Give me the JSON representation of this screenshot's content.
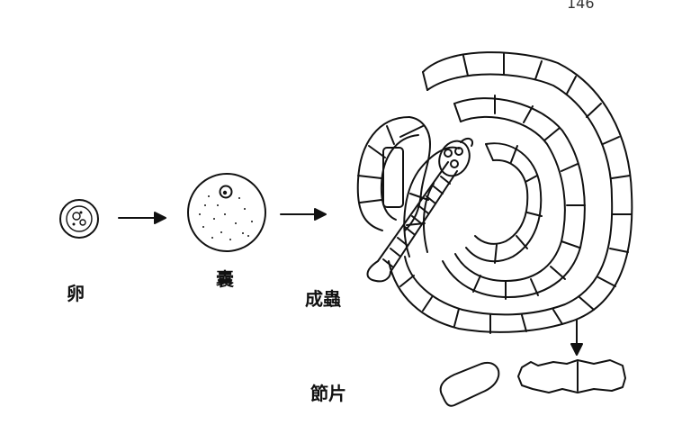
{
  "page_number": "146",
  "stages": {
    "egg": "卵",
    "cyst": "囊",
    "adult": "成蟲",
    "segment": "節片"
  },
  "colors": {
    "ink": "#111111",
    "paper": "#ffffff"
  }
}
